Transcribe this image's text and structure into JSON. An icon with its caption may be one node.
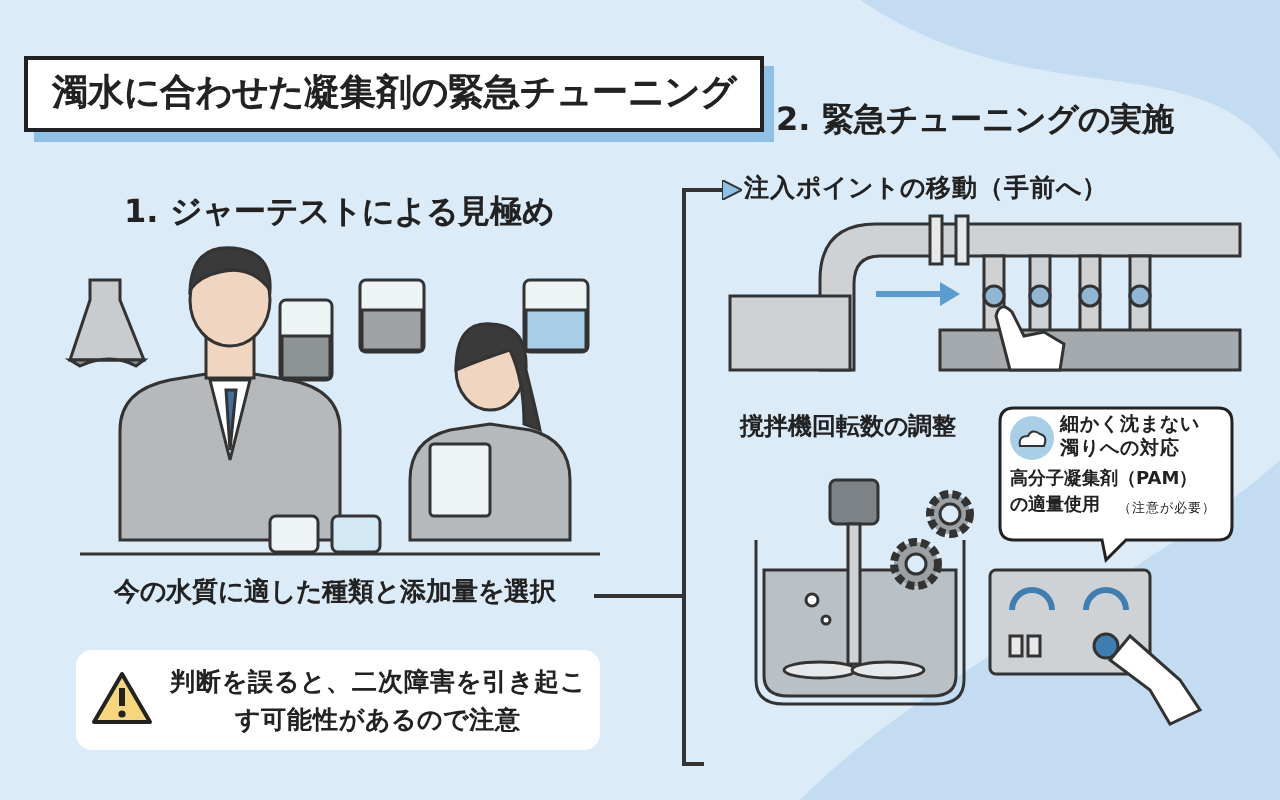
{
  "diagram": {
    "nodes": [
      {
        "text": [
          "濁水に合わせた凝集剤の緊急チューニング"
        ]
      },
      {
        "text": [
          "今の水質に適した種類と添加量を選択"
        ]
      },
      {
        "text": [
          "判断を誤ると、二次障害を引き起こす可能性があるので注意"
        ]
      },
      {
        "text": [
          "注入ポイントの移動（手前へ）"
        ]
      },
      {
        "text": [
          "細かく沈まない濁りへの対応",
          "高分子凝集剤（PAM）の適量使用",
          "（注意が必要）"
        ]
      }
    ],
    "edges": [
      {
        "from": 1,
        "to": 3,
        "arrow": "to"
      }
    ],
    "labels": [
      "2. 緊急チューニングの実施",
      "1. ジャーテストによる見極め",
      "撹拌機回転数の調整"
    ]
  }
}
